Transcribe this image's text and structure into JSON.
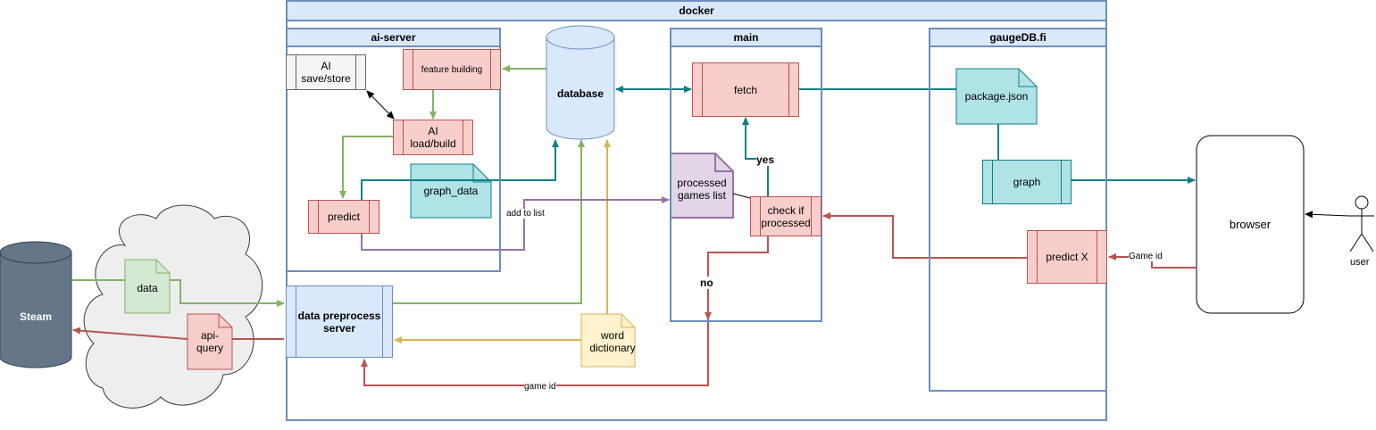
{
  "containers": {
    "docker": "docker",
    "ai_server": "ai-server",
    "main": "main",
    "gaugedb": "gaugeDB.fi"
  },
  "nodes": {
    "ai_save_store": "AI save/store",
    "feature_building": "feature building",
    "ai_load_build": "AI load/build",
    "predict": "predict",
    "graph_data": "graph_data",
    "database": "database",
    "fetch": "fetch",
    "processed_games_list": "processed games list",
    "check_if_processed": "check if processed",
    "package_json": "package.json",
    "graph": "graph",
    "predict_x": "predict X",
    "browser": "browser",
    "user": "user",
    "steam": "Steam",
    "data": "data",
    "api_query": "api-query",
    "data_preprocess_server": "data preprocess server",
    "word_dictionary": "word dictionary"
  },
  "edge_labels": {
    "yes": "yes",
    "no": "no",
    "add_to_list": "add to list",
    "game_id_bottom": "game id",
    "game_id_right": "Game id"
  },
  "colors": {
    "container_border": "#6c8ebf",
    "container_fill": "#dae8fc",
    "red_fill": "#f8cecc",
    "red_stroke": "#b85450",
    "green_fill": "#d5e8d4",
    "green_stroke": "#82b366",
    "teal_fill": "#b0e3e6",
    "teal_stroke": "#0e8088",
    "purple_fill": "#e1d5e7",
    "purple_stroke": "#9673a6",
    "yellow_fill": "#fff2cc",
    "yellow_stroke": "#d6b656",
    "steam_fill": "#647687",
    "cloud_fill": "#eeeeee"
  }
}
